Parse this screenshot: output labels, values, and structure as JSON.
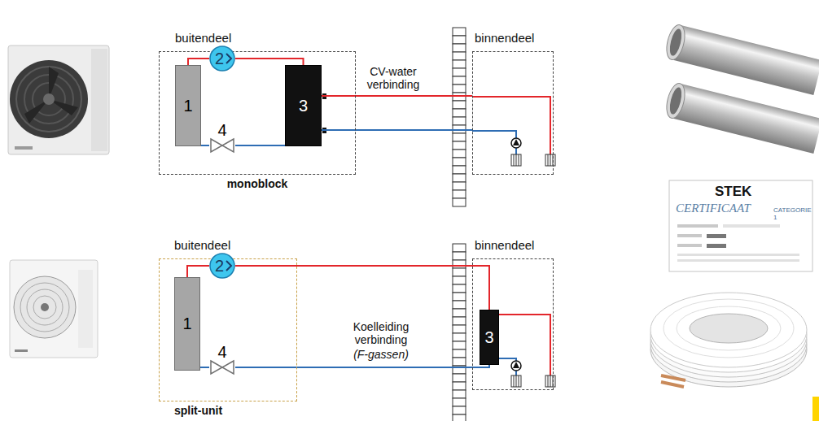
{
  "diagram": {
    "nodes": [
      {
        "text": [
          "buitendeel",
          "monoblock"
        ]
      },
      {
        "text": [
          "1"
        ],
        "in": 0
      },
      {
        "text": [
          "2"
        ],
        "in": 0
      },
      {
        "text": [
          "3"
        ],
        "in": 0
      },
      {
        "text": [
          "4"
        ],
        "in": 0
      },
      {
        "text": [
          "binnendeel"
        ]
      },
      {
        "text": [
          "buitendeel",
          "split-unit"
        ]
      },
      {
        "text": [
          "1"
        ],
        "in": 6
      },
      {
        "text": [
          "2"
        ],
        "in": 6
      },
      {
        "text": [
          "4"
        ],
        "in": 6
      },
      {
        "text": [
          "binnendeel"
        ]
      },
      {
        "text": [
          "3"
        ],
        "in": 10
      }
    ],
    "edges": [
      {
        "from": 1,
        "to": 2,
        "arrow": "none"
      },
      {
        "from": 2,
        "to": 3,
        "arrow": "none"
      },
      {
        "from": 3,
        "to": 4,
        "arrow": "none"
      },
      {
        "from": 4,
        "to": 1,
        "arrow": "none"
      },
      {
        "from": 3,
        "to": 5,
        "arrow": "none"
      },
      {
        "from": 3,
        "to": 5,
        "arrow": "none"
      },
      {
        "from": 7,
        "to": 8,
        "arrow": "none"
      },
      {
        "from": 8,
        "to": 11,
        "arrow": "none"
      },
      {
        "from": 11,
        "to": 9,
        "arrow": "none"
      },
      {
        "from": 9,
        "to": 7,
        "arrow": "none"
      }
    ],
    "labels": [
      "CV-water verbinding",
      "Koelleiding verbinding",
      "(F-gassen)",
      "STEK",
      "CERTIFICAAT",
      "CATEGORIE 1"
    ]
  }
}
